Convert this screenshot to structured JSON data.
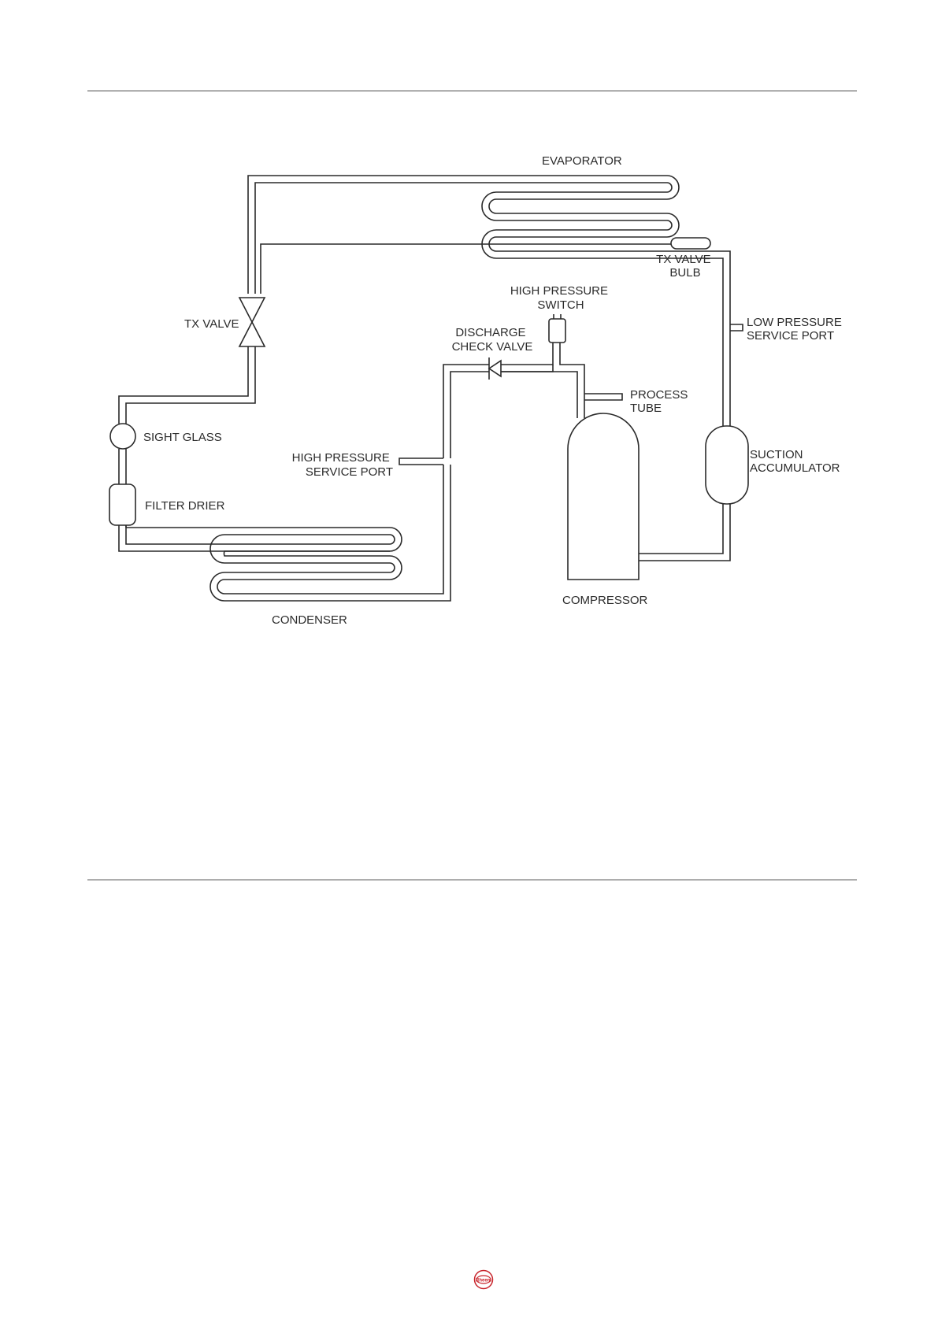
{
  "labels": {
    "evaporator": "EVAPORATOR",
    "tx_valve_bulb": [
      "TX VALVE",
      "BULB"
    ],
    "high_pressure_switch": [
      "HIGH PRESSURE",
      "SWITCH"
    ],
    "low_pressure_service_port": [
      "LOW PRESSURE",
      "SERVICE PORT"
    ],
    "tx_valve": "TX VALVE",
    "discharge_check_valve": [
      "DISCHARGE",
      "CHECK VALVE"
    ],
    "process_tube": [
      "PROCESS",
      "TUBE"
    ],
    "sight_glass": "SIGHT GLASS",
    "high_pressure_service_port": [
      "HIGH PRESSURE",
      "SERVICE PORT"
    ],
    "suction_accumulator": [
      "SUCTION",
      "ACCUMULATOR"
    ],
    "filter_drier": "FILTER DRIER",
    "compressor": "COMPRESSOR",
    "condenser": "CONDENSER"
  },
  "footer": {
    "logo_icon": "rheem-logo-icon",
    "logo_text": "Rheem",
    "logo_color": "#c8252c"
  }
}
